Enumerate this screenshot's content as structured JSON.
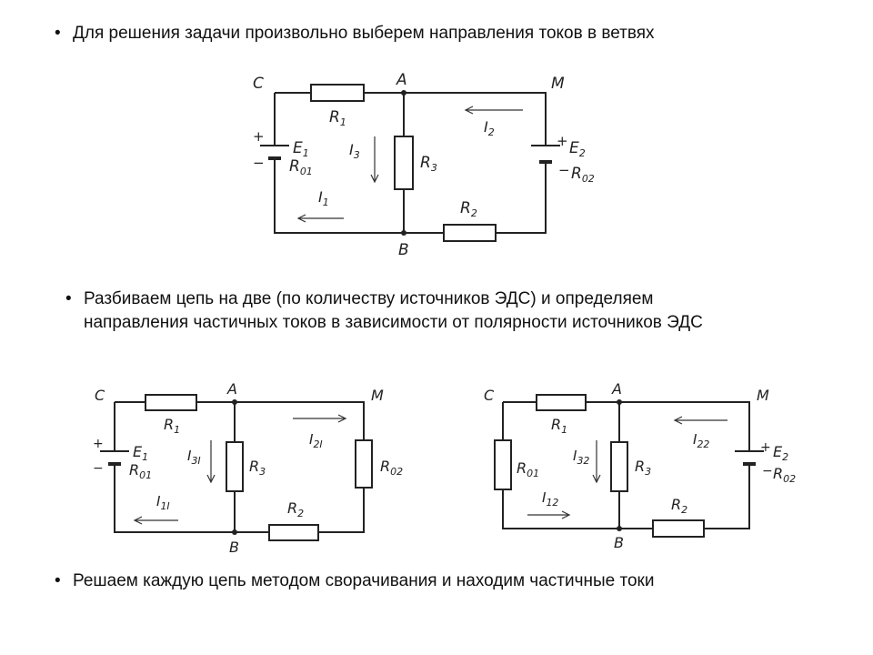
{
  "bullets": [
    "Для решения задачи произвольно выберем направления токов в ветвях",
    "Разбиваем цепь на две (по количеству источников ЭДС) и определяем",
    "направления частичных токов в зависимости от полярности источников ЭДС",
    "Решаем каждую цепь методом сворачивания и находим частичные токи"
  ],
  "bullet_glyph": "•",
  "nodes": {
    "c": "C",
    "a": "A",
    "m": "M",
    "b": "B"
  },
  "labels": {
    "r1": "R",
    "r1_sub": "1",
    "r2": "R",
    "r2_sub": "2",
    "r3": "R",
    "r3_sub": "3",
    "e1": "E",
    "e1_sub": "1",
    "e2": "E",
    "e2_sub": "2",
    "r01": "R",
    "r01_sub": "01",
    "r02": "R",
    "r02_sub": "02",
    "i1": "I",
    "i1_sub": "1",
    "i2": "I",
    "i2_sub": "2",
    "i3": "I",
    "i3_sub": "3",
    "i11": "I",
    "i11_sub": "1I",
    "i21": "I",
    "i21_sub": "2I",
    "i31": "I",
    "i31_sub": "3I",
    "i12": "I",
    "i12_sub": "12",
    "i22": "I",
    "i22_sub": "22",
    "i32": "I",
    "i32_sub": "32",
    "plus": "+",
    "minus": "−"
  }
}
